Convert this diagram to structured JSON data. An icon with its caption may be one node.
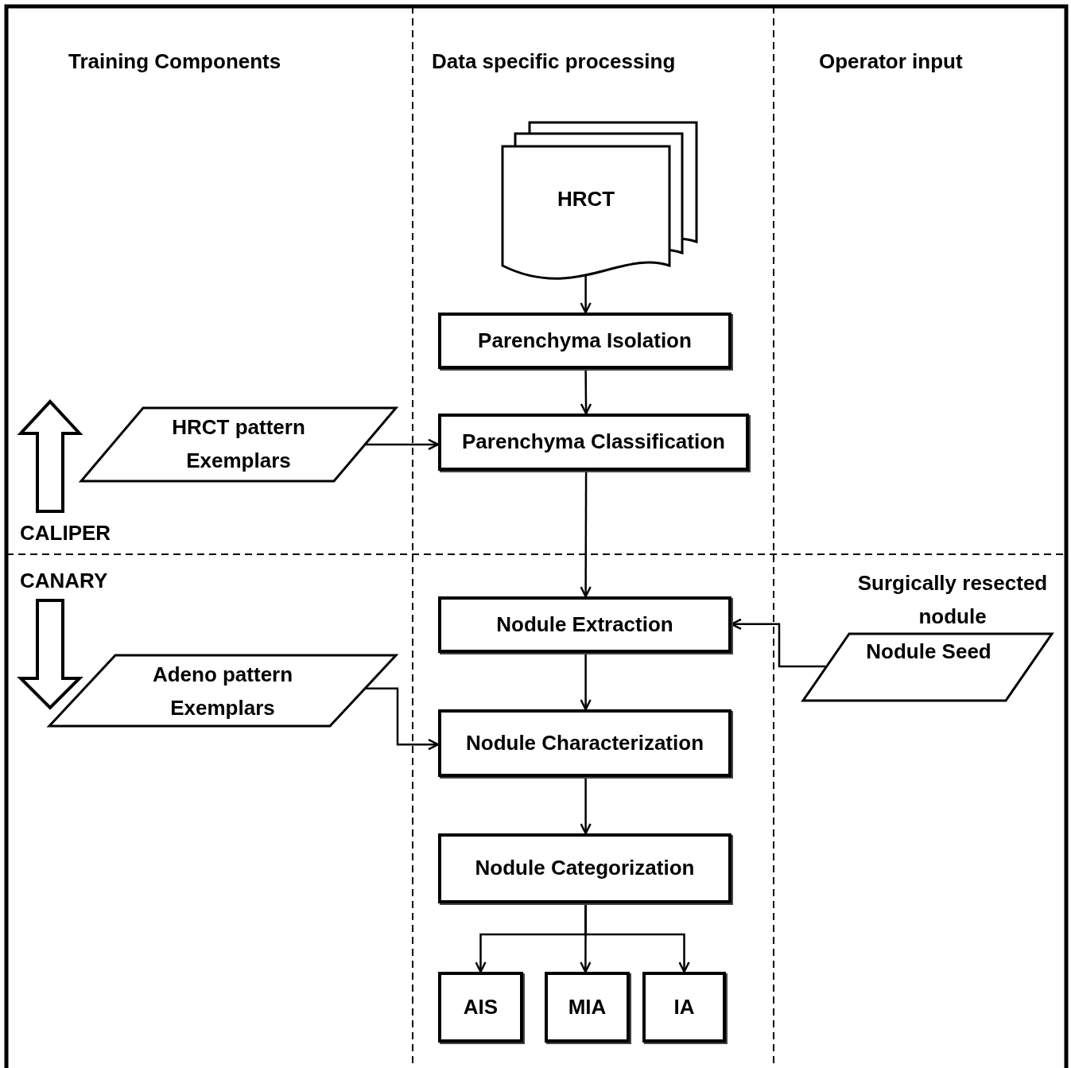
{
  "diagram": {
    "nodes": [
      {
        "text": [
          "HRCT"
        ]
      },
      {
        "text": [
          "Parenchyma Isolation"
        ]
      },
      {
        "text": [
          "Parenchyma Classification"
        ]
      },
      {
        "text": [
          "HRCT pattern Exemplars"
        ]
      },
      {
        "text": [
          "Nodule Extraction"
        ]
      },
      {
        "text": [
          "Surgically resected nodule",
          "Nodule Seed"
        ]
      },
      {
        "text": [
          "Adeno pattern Exemplars"
        ]
      },
      {
        "text": [
          "Nodule Characterization"
        ]
      },
      {
        "text": [
          "Nodule Categorization"
        ]
      },
      {
        "text": [
          "AIS"
        ]
      },
      {
        "text": [
          "MIA"
        ]
      },
      {
        "text": [
          "IA"
        ]
      }
    ],
    "edges": [
      {
        "from": 0,
        "to": 1,
        "arrow": "to"
      },
      {
        "from": 1,
        "to": 2,
        "arrow": "to"
      },
      {
        "from": 3,
        "to": 2,
        "arrow": "to"
      },
      {
        "from": 2,
        "to": 4,
        "arrow": "to"
      },
      {
        "from": 5,
        "to": 4,
        "arrow": "to"
      },
      {
        "from": 4,
        "to": 7,
        "arrow": "to"
      },
      {
        "from": 6,
        "to": 7,
        "arrow": "to"
      },
      {
        "from": 7,
        "to": 8,
        "arrow": "to"
      },
      {
        "from": 8,
        "to": 9,
        "arrow": "to"
      },
      {
        "from": 8,
        "to": 10,
        "arrow": "to"
      },
      {
        "from": 8,
        "to": 11,
        "arrow": "to"
      }
    ],
    "labels": [
      "Training Components",
      "Data specific processing",
      "Operator input",
      "CALIPER",
      "CANARY"
    ]
  }
}
